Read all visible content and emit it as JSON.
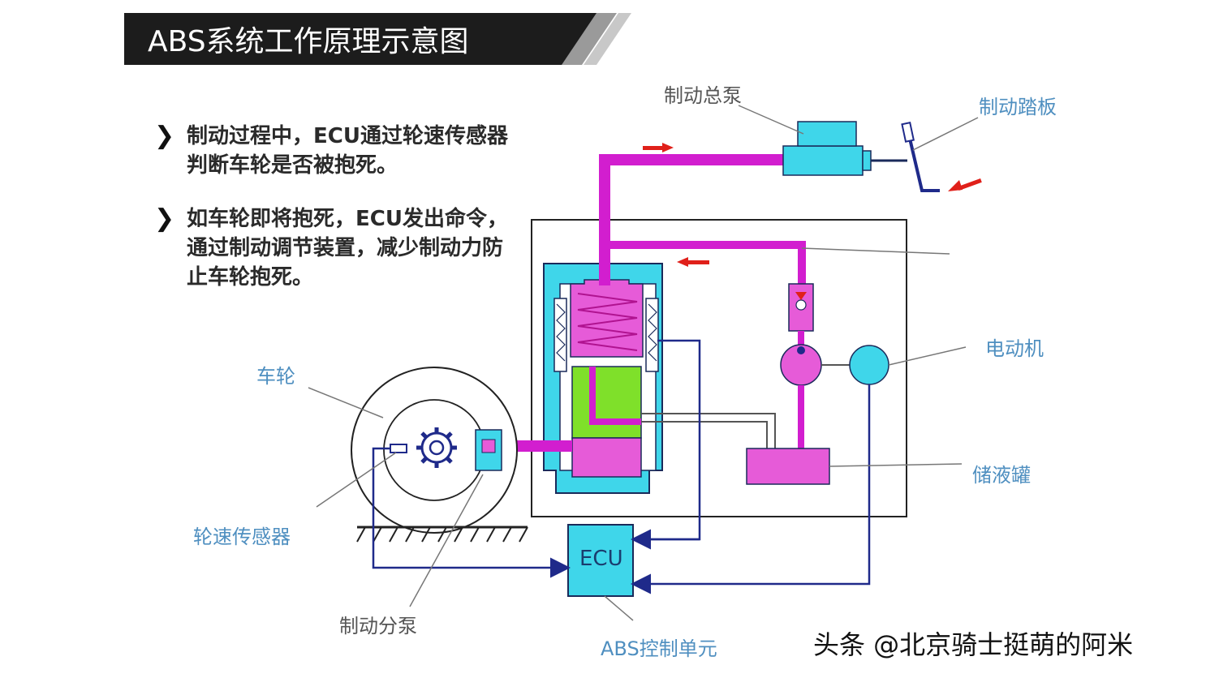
{
  "title": "ABS系统工作原理示意图",
  "bullets": [
    "制动过程中，ECU通过轮速传感器判断车轮是否被抱死。",
    "如车轮即将抱死，ECU发出命令，通过制动调节装置，减少制动力防止车轮抱死。"
  ],
  "bullet_marker": "❯",
  "labels": {
    "master_cylinder": "制动总泵",
    "brake_pedal": "制动踏板",
    "motor": "电动机",
    "wheel": "车轮",
    "reservoir": "储液罐",
    "wheel_speed_sensor": "轮速传感器",
    "wheel_cylinder": "制动分泵",
    "abs_control_unit": "ABS控制单元",
    "ecu": "ECU"
  },
  "watermark": "头条 @北京骑士挺萌的阿米",
  "colors": {
    "pipe": "#d21ecf",
    "cyan": "#3fd6ea",
    "green": "#7fe02a",
    "signal": "#1f2a8a",
    "arrow_red": "#e0201a",
    "title_bg": "#1c1c1c"
  }
}
